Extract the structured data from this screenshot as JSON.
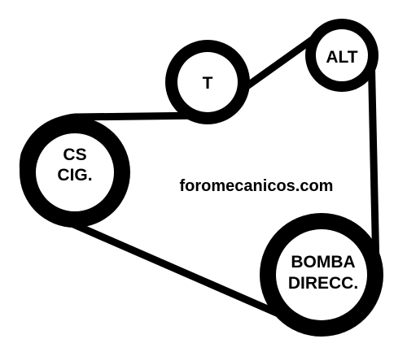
{
  "colors": {
    "belt": "#000000",
    "pulley_fill": "#ffffff",
    "background": "#ffffff"
  },
  "pulleys": {
    "cs_cig": {
      "line1": "CS",
      "line2": "CIG."
    },
    "tensioner": {
      "label": "T"
    },
    "alternator": {
      "label": "ALT"
    },
    "power_steering": {
      "line1": "BOMBA",
      "line2": "DIRECC."
    }
  },
  "watermark": "foromecanicos.com"
}
